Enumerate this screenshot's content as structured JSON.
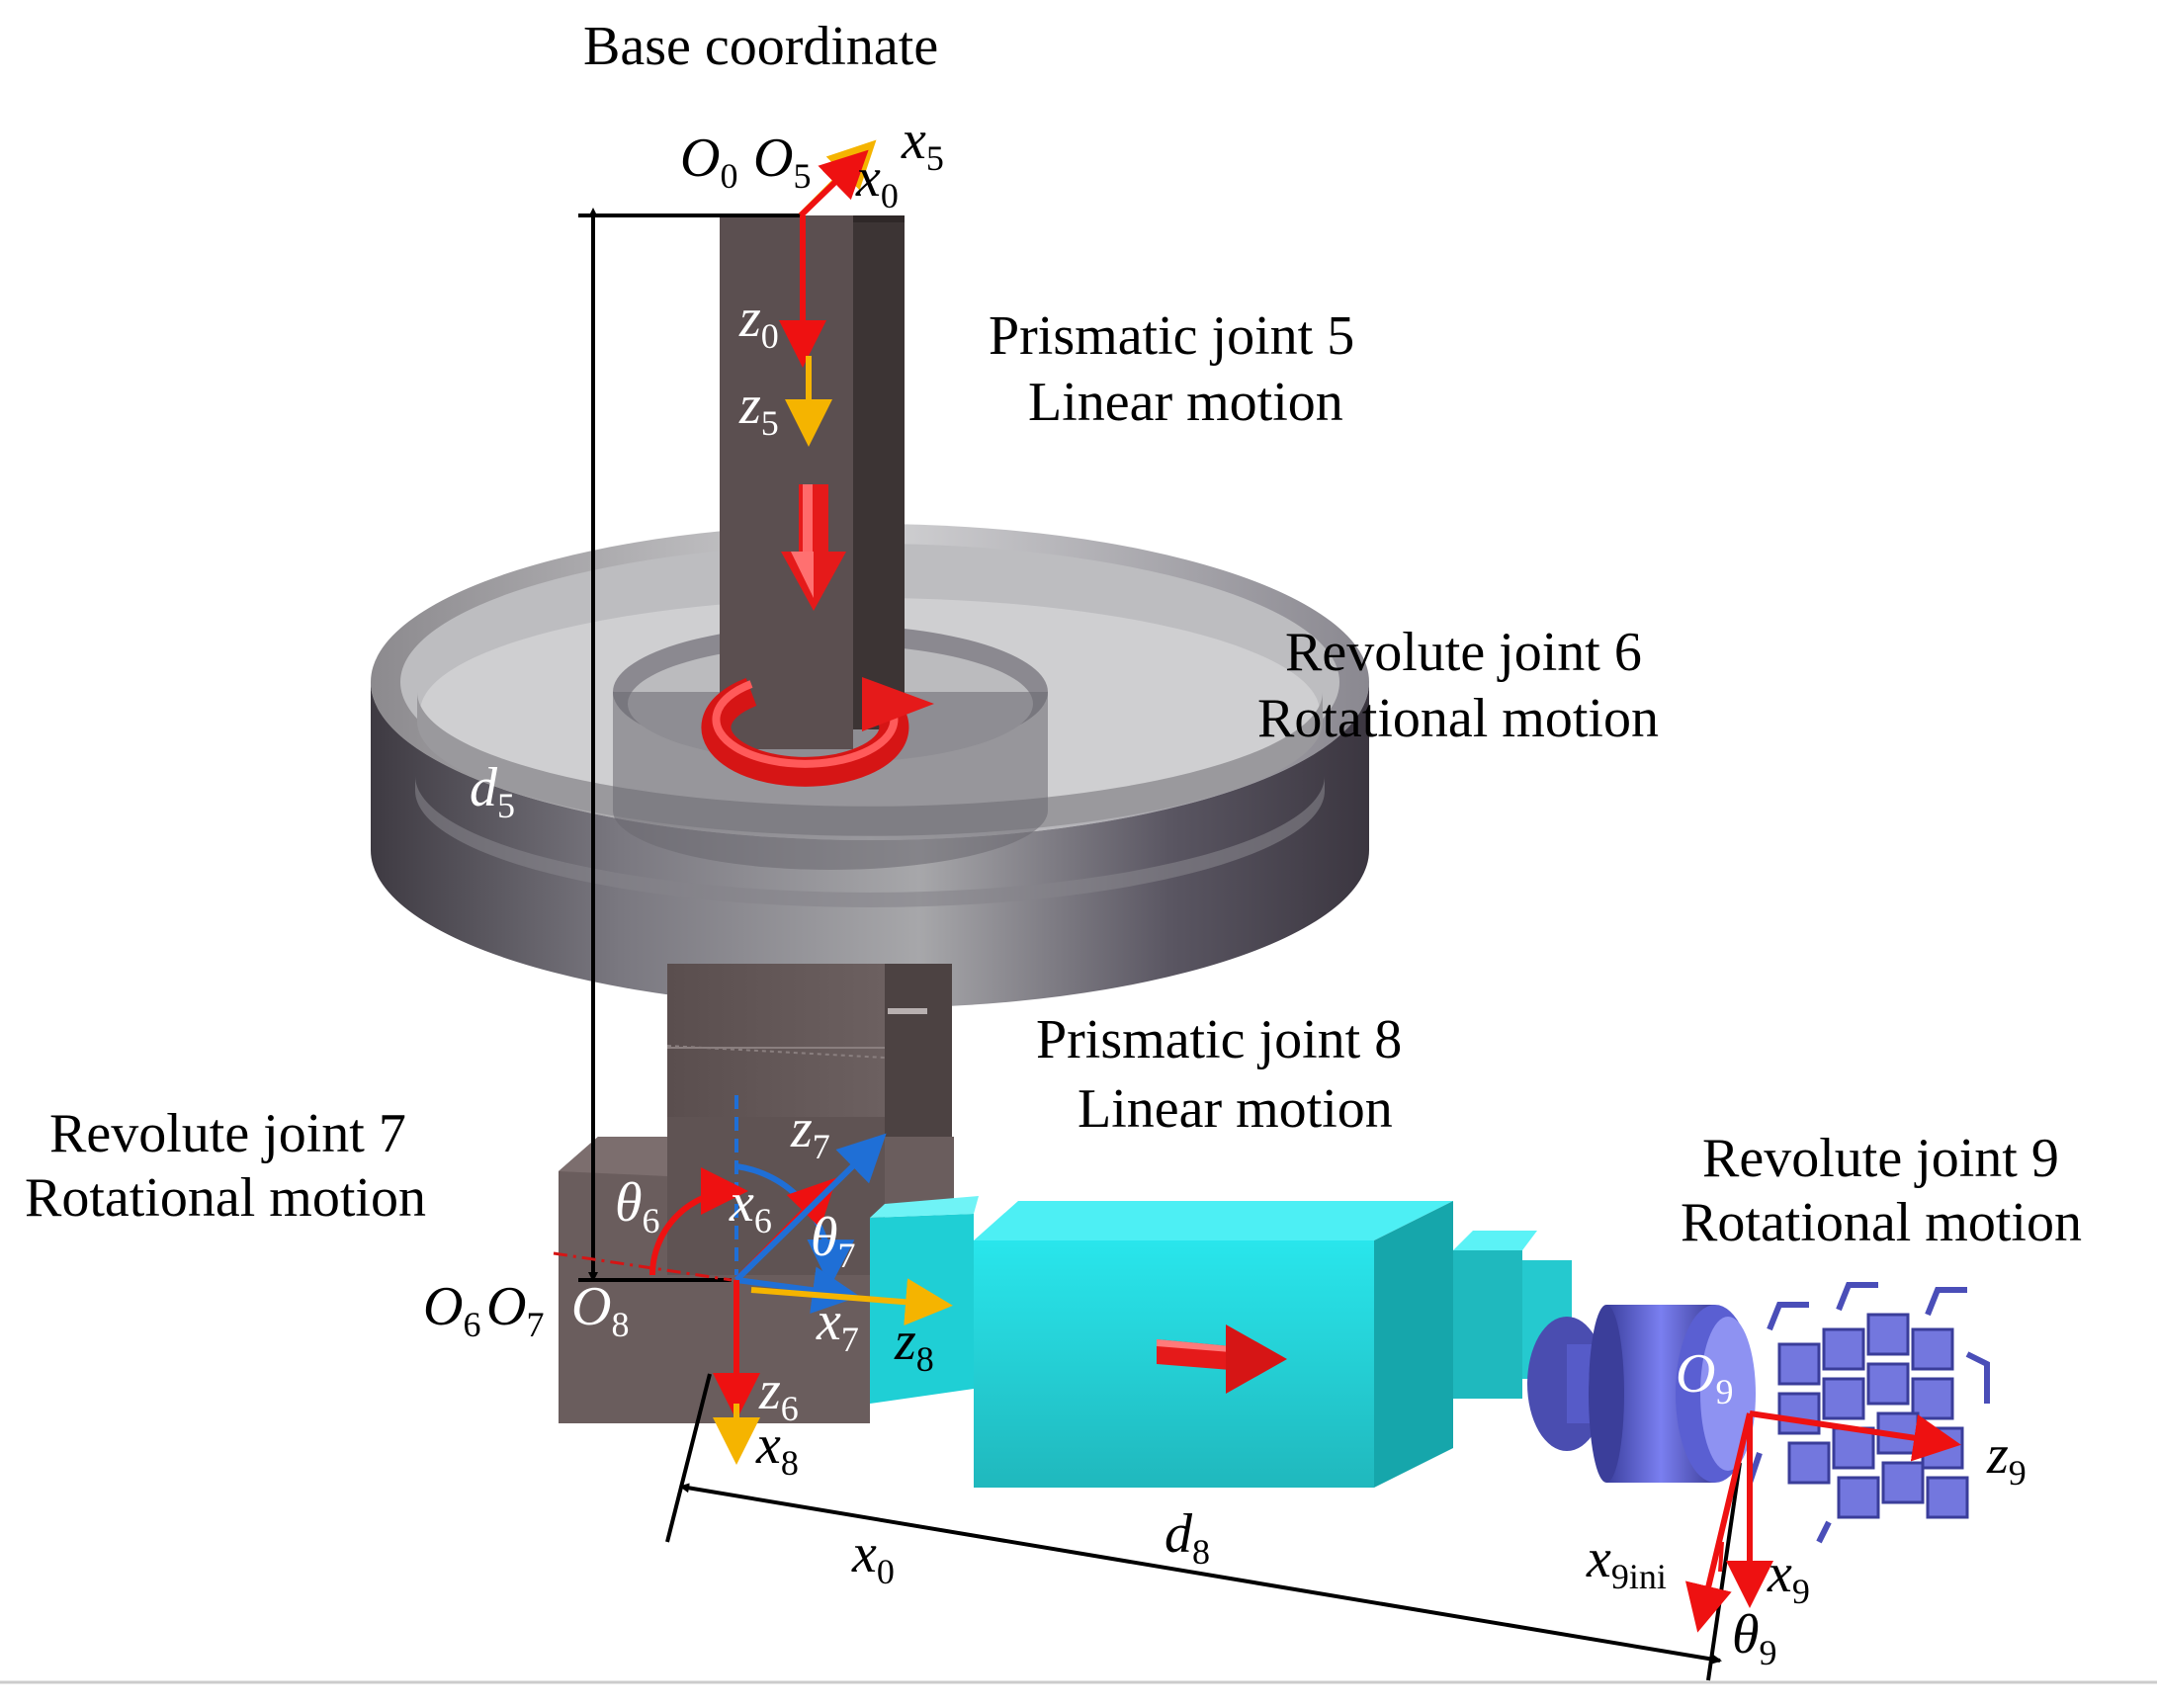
{
  "captions": {
    "base": "Base coordinate",
    "prismatic5_l1": "Prismatic joint 5",
    "prismatic5_l2": "Linear motion",
    "revolute6_l1": "Revolute joint 6",
    "revolute6_l2": "Rotational motion",
    "prismatic8_l1": "Prismatic joint 8",
    "prismatic8_l2": "Linear motion",
    "revolute7_l1": "Revolute joint 7",
    "revolute7_l2": "Rotational motion",
    "revolute9_l1": "Revolute joint 9",
    "revolute9_l2": "Rotational motion"
  },
  "symbols": {
    "O0": {
      "base": "O",
      "sub": "0"
    },
    "O5": {
      "base": "O",
      "sub": "5"
    },
    "x5": {
      "base": "x",
      "sub": "5"
    },
    "x0_top": {
      "base": "x",
      "sub": "0"
    },
    "z0": {
      "base": "z",
      "sub": "0"
    },
    "z5": {
      "base": "z",
      "sub": "5"
    },
    "d5": {
      "base": "d",
      "sub": "5"
    },
    "z7": {
      "base": "z",
      "sub": "7"
    },
    "x6": {
      "base": "x",
      "sub": "6"
    },
    "theta6": {
      "base": "θ",
      "sub": "6"
    },
    "theta7": {
      "base": "θ",
      "sub": "7"
    },
    "O6": {
      "base": "O",
      "sub": "6"
    },
    "O7": {
      "base": "O",
      "sub": "7"
    },
    "O8": {
      "base": "O",
      "sub": "8"
    },
    "x7": {
      "base": "x",
      "sub": "7"
    },
    "z8": {
      "base": "z",
      "sub": "8"
    },
    "z6": {
      "base": "z",
      "sub": "6"
    },
    "x8": {
      "base": "x",
      "sub": "8"
    },
    "x0_bottom": {
      "base": "x",
      "sub": "0"
    },
    "d8": {
      "base": "d",
      "sub": "8"
    },
    "O9": {
      "base": "O",
      "sub": "9"
    },
    "z9": {
      "base": "z",
      "sub": "9"
    },
    "x9ini": {
      "base": "x",
      "sub": "9ini"
    },
    "x9": {
      "base": "x",
      "sub": "9"
    },
    "theta9": {
      "base": "θ",
      "sub": "9"
    }
  },
  "colors": {
    "axis_primary": "#ee1111",
    "axis_secondary": "#f5b400",
    "axis_joint7": "#1f6fd6",
    "column": "#5e5252",
    "ring": "#4f4b55",
    "slider": "#19d7dd",
    "gripper": "#6a6fe0"
  }
}
